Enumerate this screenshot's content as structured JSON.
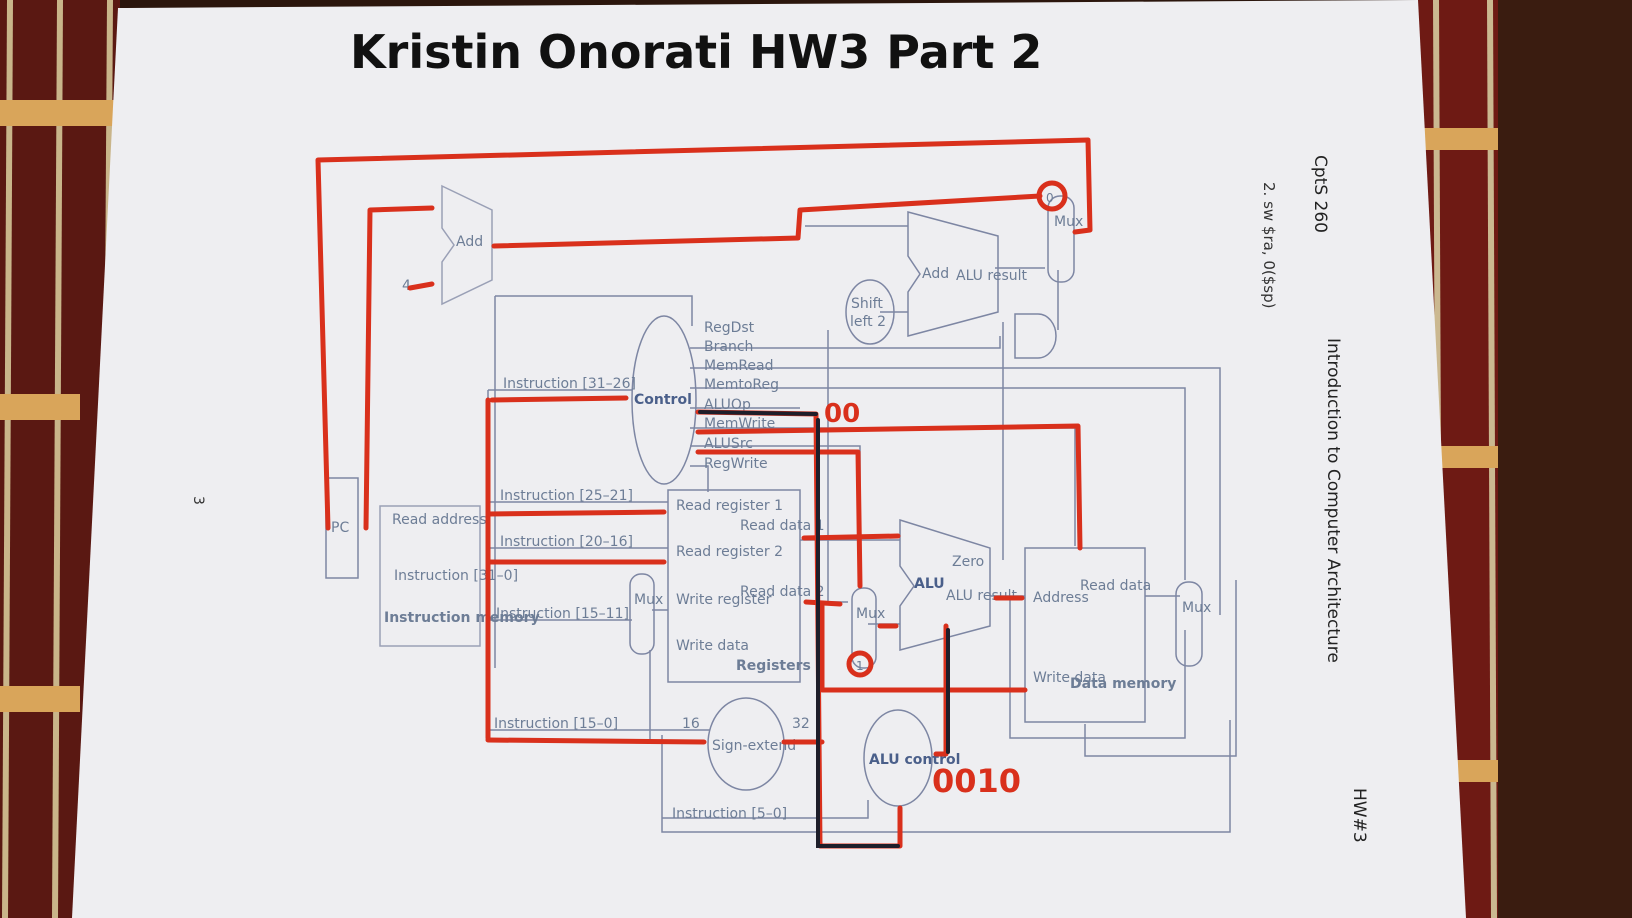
{
  "title": "Kristin Onorati HW3 Part 2",
  "margin": {
    "course": "CptS 260",
    "question": "2. sw $ra, 0($sp)",
    "book": "Introduction to Computer Architecture",
    "hw": "HW#3",
    "page_number": "3"
  },
  "annotations": {
    "aluop": "00",
    "alu_control": "0010",
    "mux_top": "0",
    "mux_alusrc": "1"
  },
  "blocks": {
    "pc": "PC",
    "add_top": "Add",
    "add_branch": "Add",
    "add_branch_result": "ALU result",
    "four": "4",
    "shift1": "Shift",
    "shift2": "left 2",
    "control": "Control",
    "imem_read_address": "Read address",
    "imem_instruction": "Instruction [31–0]",
    "imem_title": "Instruction memory",
    "reg_read1": "Read register 1",
    "reg_read2": "Read register 2",
    "reg_write_reg": "Write register",
    "reg_write_data": "Write data",
    "reg_data1": "Read data 1",
    "reg_data2": "Read data 2",
    "reg_title": "Registers",
    "alu": "ALU",
    "alu_zero": "Zero",
    "alu_result": "ALU result",
    "alu_control": "ALU control",
    "sign_extend": "Sign-extend",
    "sign_in": "16",
    "sign_out": "32",
    "dmem_address": "Address",
    "dmem_read": "Read data",
    "dmem_write": "Write data",
    "dmem_title": "Data memory",
    "mux": "Mux"
  },
  "control_signals": [
    "RegDst",
    "Branch",
    "MemRead",
    "MemtoReg",
    "ALUOp",
    "MemWrite",
    "ALUSrc",
    "RegWrite"
  ],
  "instruction_fields": {
    "f31_26": "Instruction [31–26]",
    "f25_21": "Instruction [25–21]",
    "f20_16": "Instruction [20–16]",
    "f15_11": "Instruction [15–11]",
    "f15_0": "Instruction [15–0]",
    "f5_0": "Instruction [5–0]"
  },
  "colors": {
    "paper": "#efeff2",
    "ink": "#3a3f6a",
    "marker": "#d9301c",
    "wood_dark": "#3b1a10",
    "wood_red": "#8a1a14"
  }
}
